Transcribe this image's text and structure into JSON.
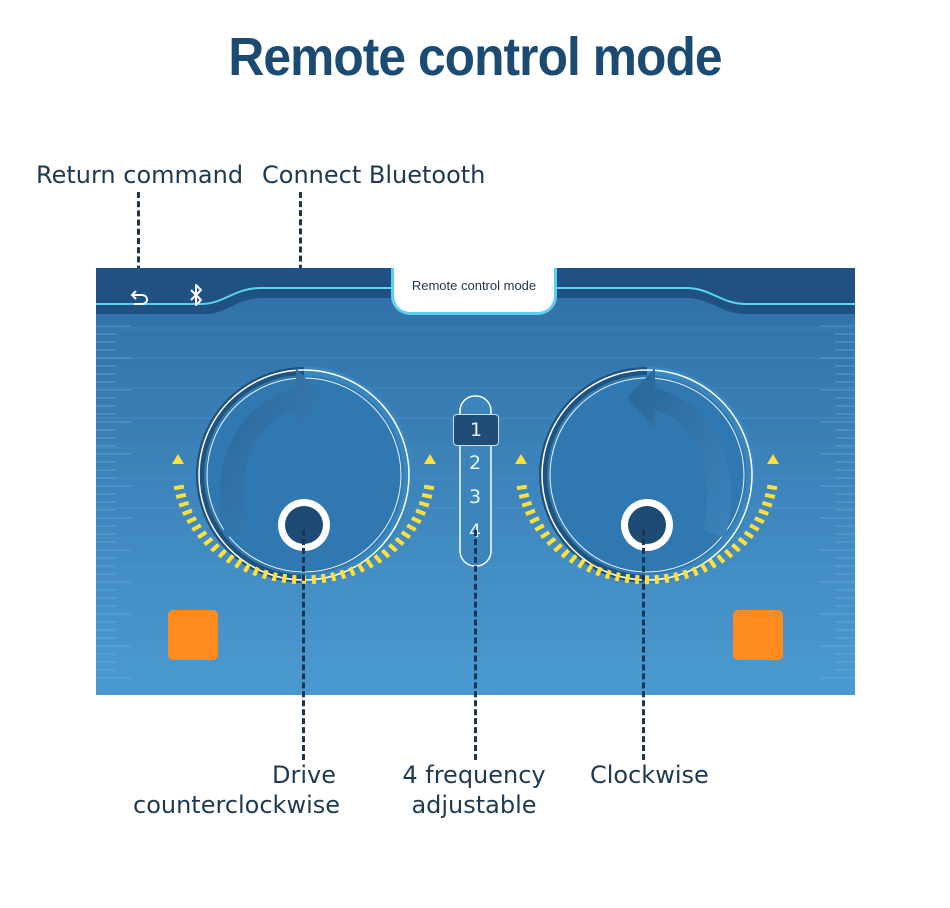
{
  "title": "Remote control mode",
  "callouts": {
    "return_command": "Return command",
    "connect_bluetooth": "Connect Bluetooth",
    "drive_line1": "Drive",
    "drive_line2": "counterclockwise",
    "freq_line1": "4 frequency",
    "freq_line2": "adjustable",
    "clockwise": "Clockwise"
  },
  "screen": {
    "mode_label": "Remote control mode",
    "icons": {
      "back": "return-arrow-icon",
      "bluetooth": "bluetooth-icon"
    },
    "frequency": {
      "items": [
        "1",
        "2",
        "3",
        "4"
      ],
      "selected": "1"
    },
    "colors": {
      "background": "#3a86bf",
      "accent_line": "#5ad1f2",
      "ticks": "#ffe03a",
      "knob": "#1d4b73",
      "button": "#ff8a1e"
    }
  }
}
